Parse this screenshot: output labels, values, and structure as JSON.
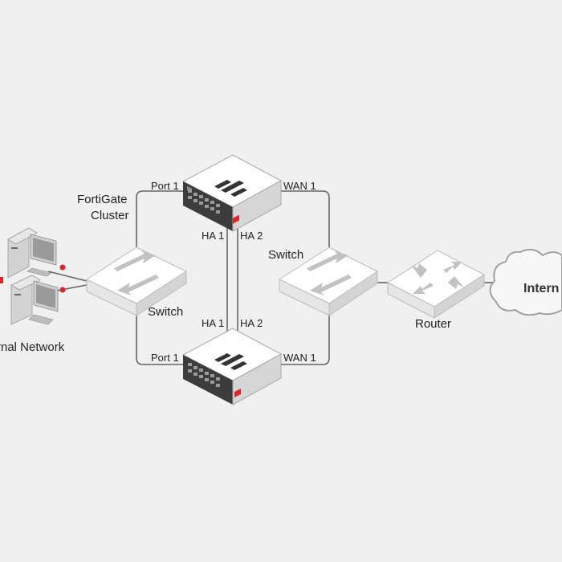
{
  "labels": {
    "internal_network": "rnal Network",
    "fortigate_cluster_line1": "FortiGate",
    "fortigate_cluster_line2": "Cluster",
    "switch_left": "Switch",
    "switch_right": "Switch",
    "router": "Router",
    "internet": "Intern",
    "top_port1": "Port 1",
    "top_wan1": "WAN 1",
    "top_ha1": "HA 1",
    "top_ha2": "HA 2",
    "bottom_ha1": "HA 1",
    "bottom_ha2": "HA 2",
    "bottom_port1": "Port 1",
    "bottom_wan1": "WAN 1"
  },
  "icons": {
    "fortigate": "fortigate-appliance-icon",
    "switch": "network-switch-icon",
    "router": "router-icon",
    "cloud": "internet-cloud-icon",
    "pc": "desktop-pc-icon"
  },
  "colors": {
    "background": "#f0f0f1",
    "wire": "#666666",
    "device_top": "#ffffff",
    "device_side": "#d9d9d9",
    "device_dark": "#3c3c3c",
    "status_red": "#d9262b",
    "arrow_grey": "#b8b8b8"
  }
}
